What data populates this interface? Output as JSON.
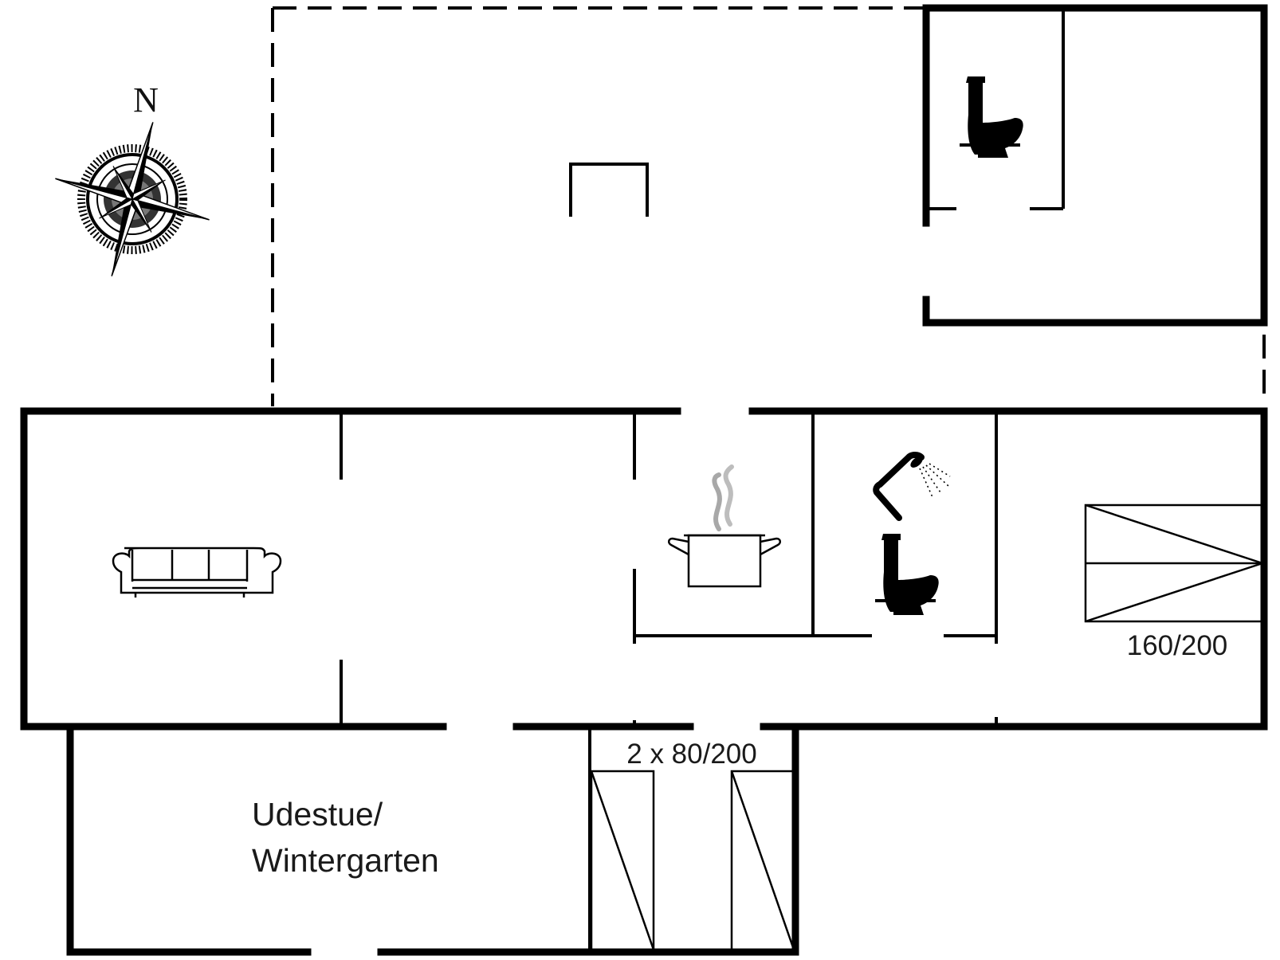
{
  "compass": {
    "north_label": "N"
  },
  "rooms": {
    "sunroom_line1": "Udestue/",
    "sunroom_line2": "Wintergarten"
  },
  "beds": {
    "double_bed": "160/200",
    "twin_beds": "2 x 80/200"
  },
  "icons": [
    "compass-rose-icon",
    "toilet-icon",
    "sofa-icon",
    "cooking-pot-icon",
    "shower-icon",
    "toilet-icon",
    "bed-icon"
  ]
}
